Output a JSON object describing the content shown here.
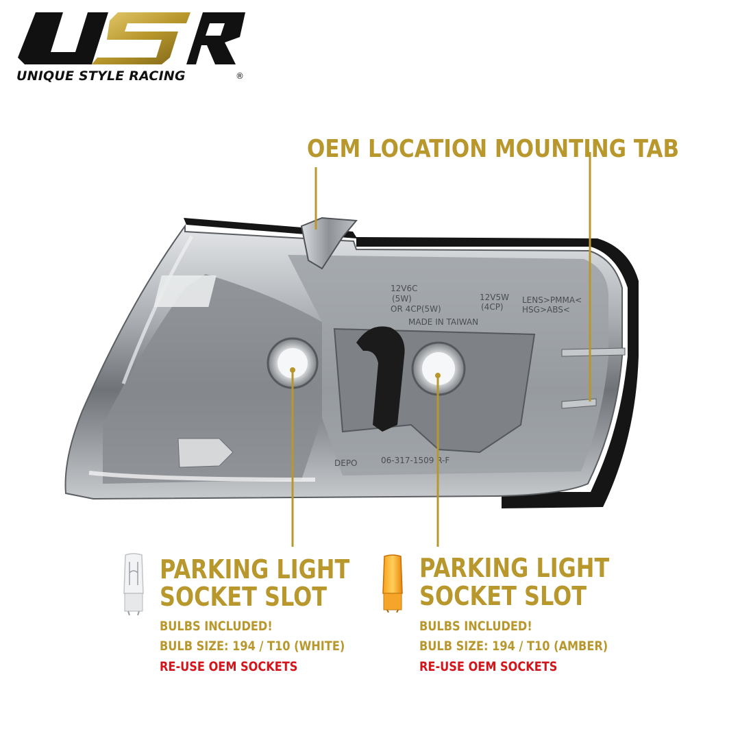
{
  "brand": {
    "logo_letters": "USR",
    "name": "UNIQUE STYLE RACING",
    "registered_mark": "®",
    "colors": {
      "dark": "#111111",
      "gold": "#b8972c"
    }
  },
  "callouts": {
    "mounting_tab": {
      "title": "OEM LOCATION MOUNTING TAB"
    },
    "left_socket": {
      "title_line1": "PARKING LIGHT",
      "title_line2": "SOCKET SLOT",
      "bulbs_included": "BULBS INCLUDED!",
      "bulb_size": "BULB SIZE: 194 / T10 (WHITE)",
      "reuse_note": "RE-USE OEM SOCKETS",
      "bulb_icon": "white-t10-bulb-icon"
    },
    "right_socket": {
      "title_line1": "PARKING LIGHT",
      "title_line2": "SOCKET SLOT",
      "bulbs_included": "BULBS INCLUDED!",
      "bulb_size": "BULB SIZE: 194 / T10 (AMBER)",
      "reuse_note": "RE-USE OEM SOCKETS",
      "bulb_icon": "amber-t10-bulb-icon"
    }
  },
  "product_markings": {
    "line1": "12V6C",
    "line2": "(5W)",
    "line3": "OR 4CP(5W)",
    "line4": "12V5W",
    "line5": "(4CP)",
    "line6": "LENS>PMMA<",
    "line7": "HSG>ABS<",
    "line8": "MADE IN TAIWAN",
    "brand": "DEPO",
    "part_number": "06-317-1509 R-F"
  },
  "colors": {
    "gold": "#b8972c",
    "red": "#d3141a",
    "chrome": "#b9bcc0"
  }
}
